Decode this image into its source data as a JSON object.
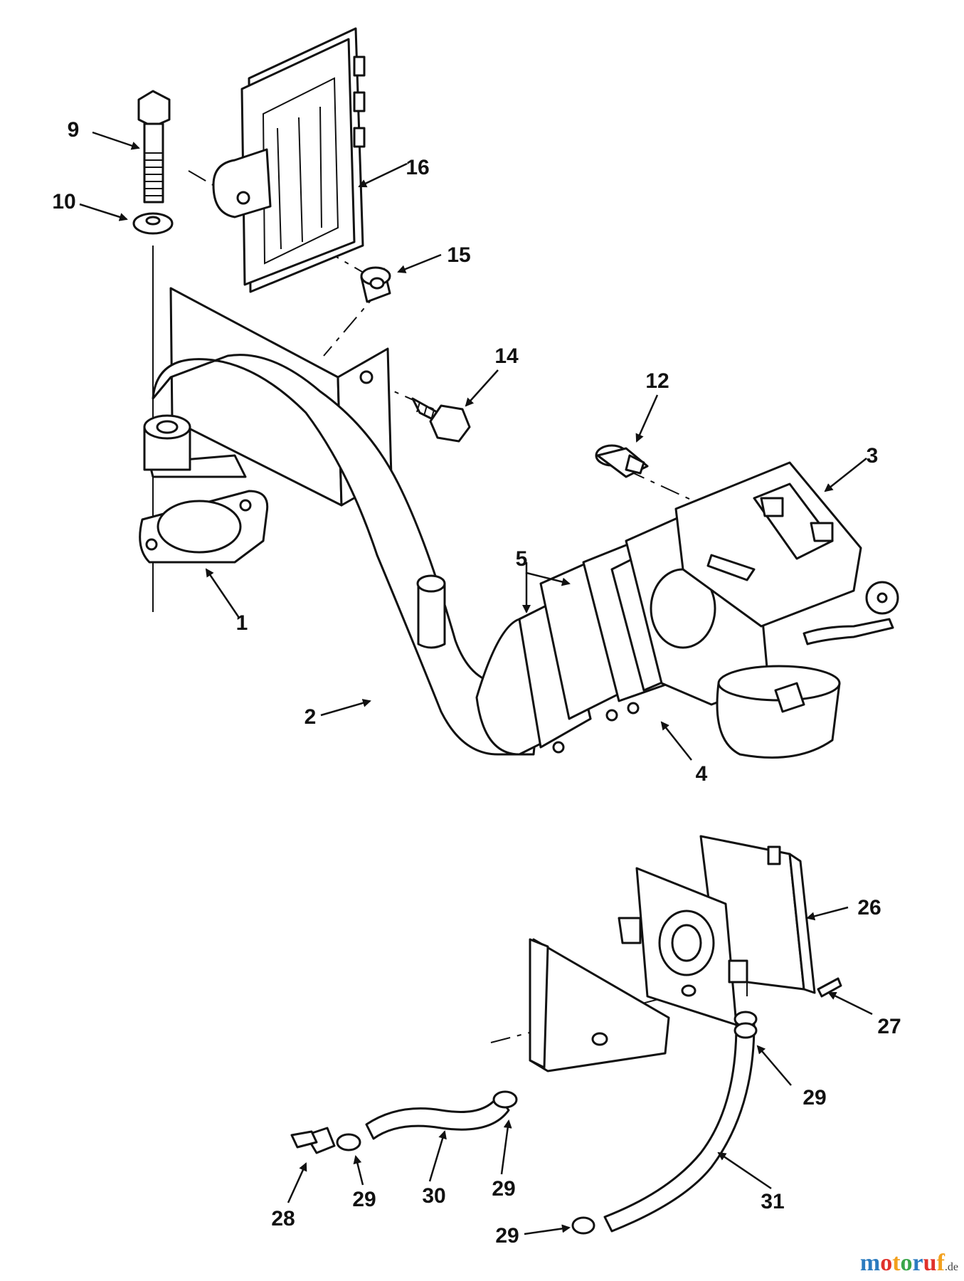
{
  "diagram": {
    "callouts": [
      {
        "id": "c9",
        "text": "9"
      },
      {
        "id": "c10",
        "text": "10"
      },
      {
        "id": "c16",
        "text": "16"
      },
      {
        "id": "c15",
        "text": "15"
      },
      {
        "id": "c14",
        "text": "14"
      },
      {
        "id": "c12",
        "text": "12"
      },
      {
        "id": "c3",
        "text": "3"
      },
      {
        "id": "c5",
        "text": "5"
      },
      {
        "id": "c1",
        "text": "1"
      },
      {
        "id": "c2",
        "text": "2"
      },
      {
        "id": "c4",
        "text": "4"
      },
      {
        "id": "c26",
        "text": "26"
      },
      {
        "id": "c27",
        "text": "27"
      },
      {
        "id": "c29a",
        "text": "29"
      },
      {
        "id": "c31",
        "text": "31"
      },
      {
        "id": "c30",
        "text": "30"
      },
      {
        "id": "c29b",
        "text": "29"
      },
      {
        "id": "c29c",
        "text": "29"
      },
      {
        "id": "c28",
        "text": "28"
      },
      {
        "id": "c29d",
        "text": "29"
      }
    ]
  },
  "watermark": {
    "colored_letters": [
      {
        "ch": "m",
        "color": "#2b7bbf"
      },
      {
        "ch": "o",
        "color": "#e0312b"
      },
      {
        "ch": "t",
        "color": "#f2a01d"
      },
      {
        "ch": "o",
        "color": "#3aa64a"
      },
      {
        "ch": "r",
        "color": "#2b7bbf"
      },
      {
        "ch": "u",
        "color": "#e0312b"
      },
      {
        "ch": "f",
        "color": "#f2a01d"
      }
    ],
    "tld": ".de"
  }
}
